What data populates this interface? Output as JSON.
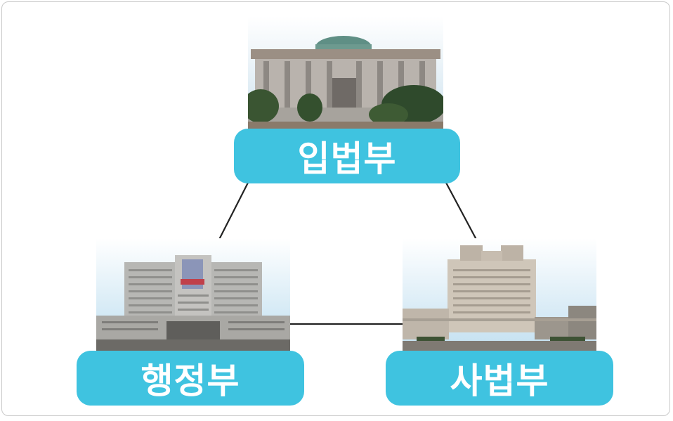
{
  "branches": {
    "legislative": {
      "label": "입법부"
    },
    "executive": {
      "label": "행정부"
    },
    "judicial": {
      "label": "사법부"
    }
  },
  "colors": {
    "label_bg": "#3fc3e0",
    "label_text": "#ffffff",
    "connector": "#222222"
  }
}
